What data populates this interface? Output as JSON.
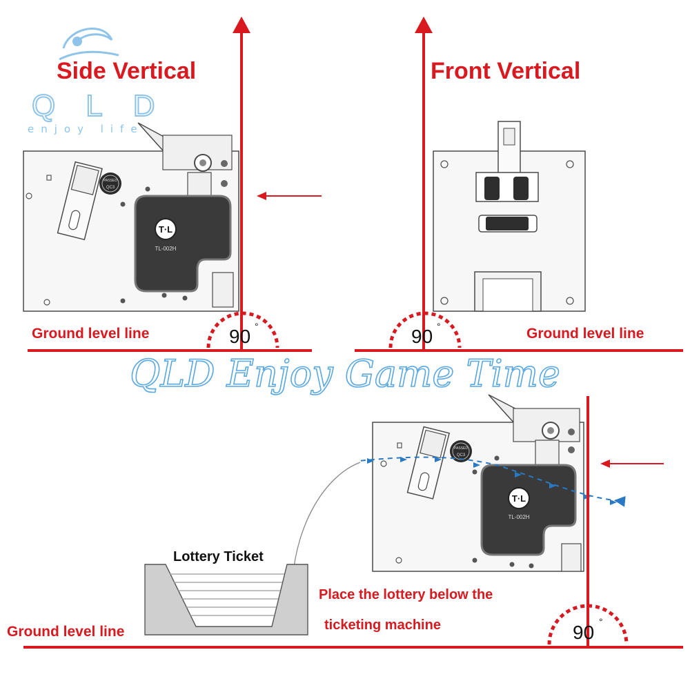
{
  "brand": {
    "logo_letters": "QLD",
    "logo_tagline": "enjoy life",
    "watermark": "QLD Enjoy Game Time"
  },
  "panels": {
    "side": {
      "title": "Side Vertical",
      "angle": "90",
      "ground": "Ground level line"
    },
    "front": {
      "title": "Front Vertical",
      "angle": "90",
      "ground": "Ground level line"
    },
    "install": {
      "ticket_label": "Lottery Ticket",
      "instruction_line1": "Place the lottery below the",
      "instruction_line2": "ticketing machine",
      "angle": "90",
      "ground": "Ground level line"
    }
  },
  "device": {
    "brand_badge": "T·L",
    "model": "TL-002H",
    "stamp_top": "PASSED",
    "stamp_bottom": "QC3"
  },
  "colors": {
    "accent_red": "#d8191f",
    "watermark_blue": "#5aa8e0",
    "metal": "#f7f7f7",
    "outline": "#4a4a4a",
    "dark_panel": "#3a3a3a"
  }
}
